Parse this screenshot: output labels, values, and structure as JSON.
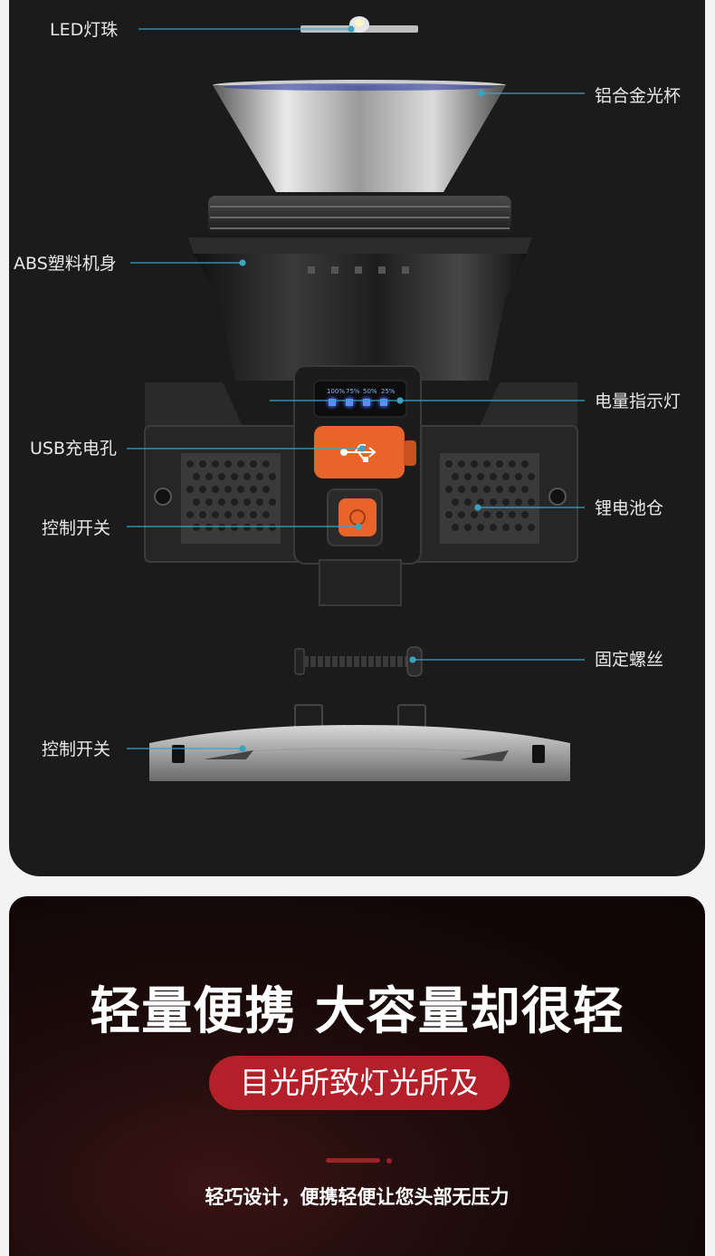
{
  "colors": {
    "panel_dark": "#1b1b1b",
    "leader_line": "#3aa3c4",
    "accent_orange": "#e8642a",
    "pill_red": "#b3202a",
    "led_blue": "#3a7bff"
  },
  "labels": {
    "led": "LED灯珠",
    "reflector": "铝合金光杯",
    "body": "ABS塑料机身",
    "battery_indicator": "电量指示灯",
    "usb": "USB充电孔",
    "battery_bay": "锂电池仓",
    "switch_1": "控制开关",
    "screw": "固定螺丝",
    "switch_2": "控制开关"
  },
  "indicator_levels": [
    "100%",
    "75%",
    "50%",
    "25%"
  ],
  "promo": {
    "headline": "轻量便携 大容量却很轻",
    "pill": "目光所致灯光所及",
    "subline": "轻巧设计，便携轻便让您头部无压力"
  }
}
